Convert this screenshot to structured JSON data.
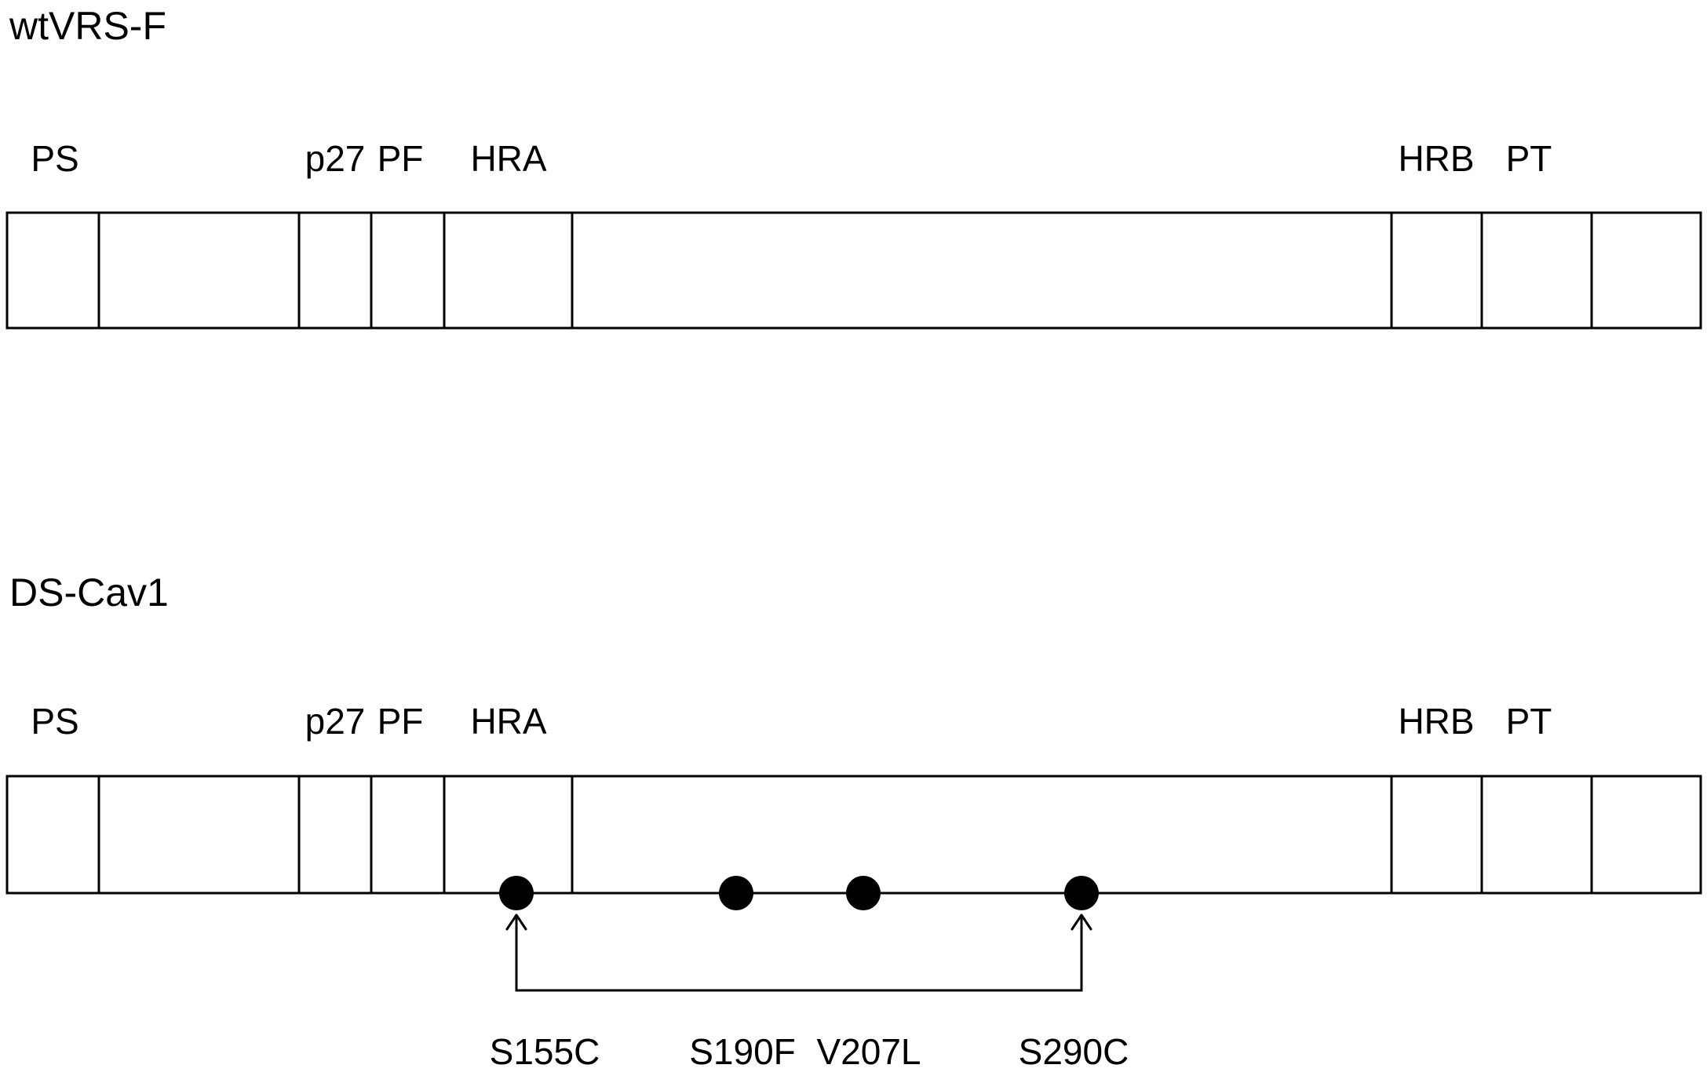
{
  "constructs": [
    {
      "title": "wtVRS-F",
      "domains": [
        "PS",
        "p27",
        "PF",
        "HRA",
        "HRB",
        "PT"
      ]
    },
    {
      "title": "DS-Cav1",
      "domains": [
        "PS",
        "p27",
        "PF",
        "HRA",
        "HRB",
        "PT"
      ],
      "mutations": [
        "S155C",
        "S190F",
        "V207L",
        "S290C"
      ]
    }
  ]
}
